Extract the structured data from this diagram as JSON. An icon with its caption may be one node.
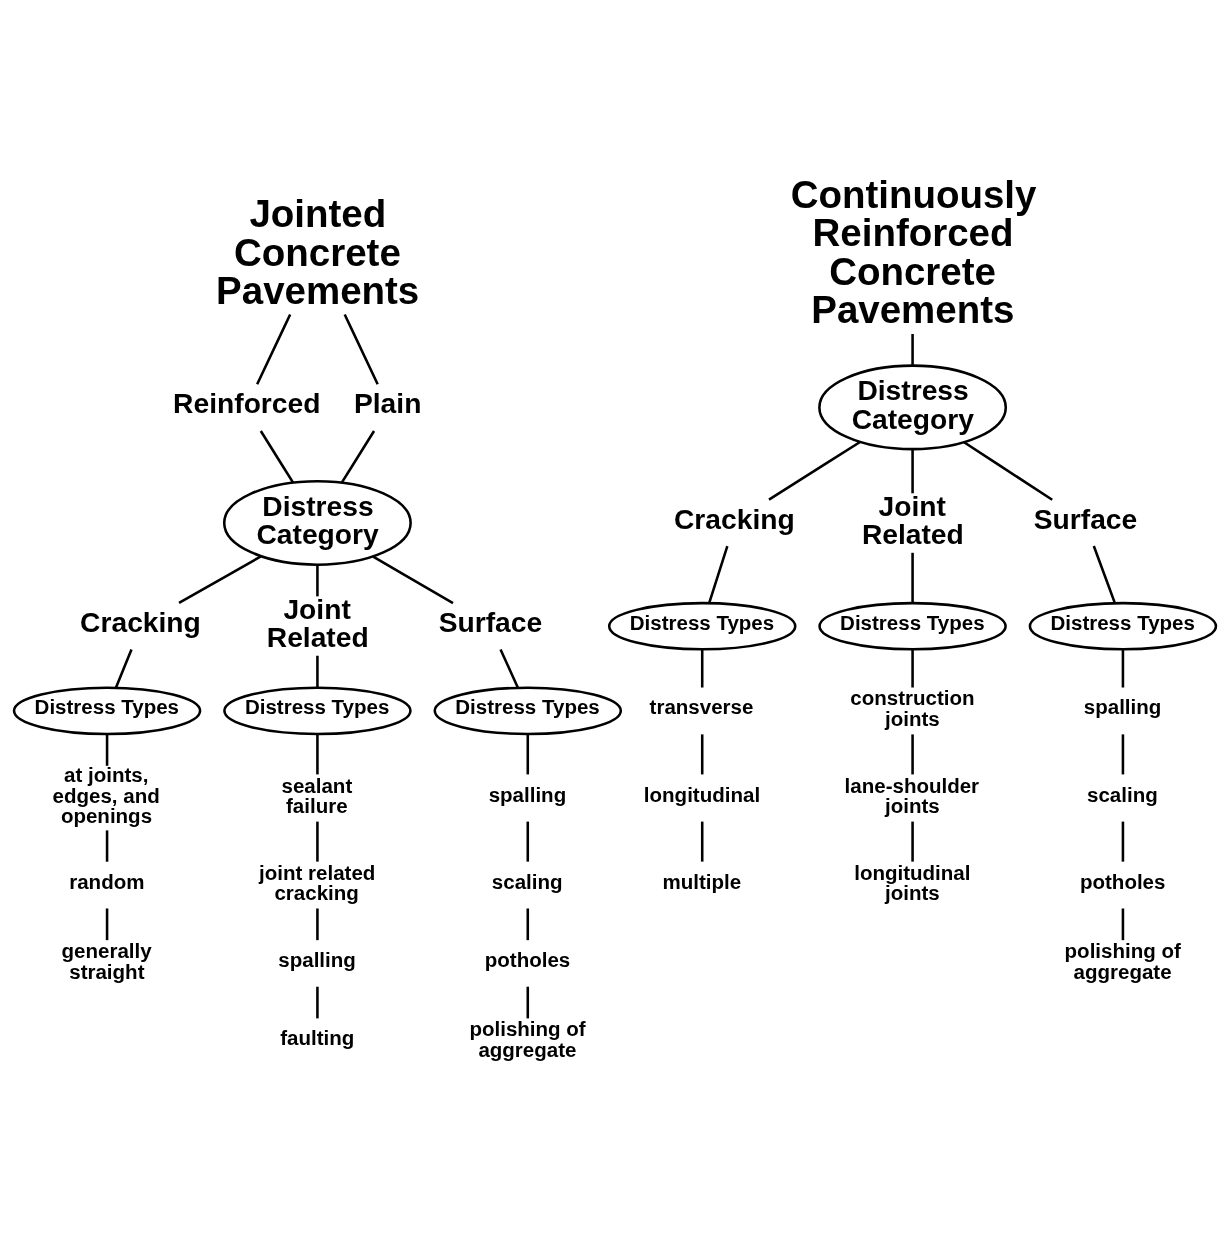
{
  "diagram": {
    "nodes": [
      {
        "text": [
          "Jointed Concrete Pavements"
        ]
      },
      {
        "text": [
          "Reinforced"
        ]
      },
      {
        "text": [
          "Plain"
        ]
      },
      {
        "text": [
          "Distress Category"
        ]
      },
      {
        "text": [
          "Cracking"
        ]
      },
      {
        "text": [
          "Joint Related"
        ]
      },
      {
        "text": [
          "Surface"
        ]
      },
      {
        "text": [
          "Distress Types"
        ]
      },
      {
        "text": [
          "Distress Types"
        ]
      },
      {
        "text": [
          "Distress Types"
        ]
      },
      {
        "text": [
          "at joints, edges, and openings"
        ]
      },
      {
        "text": [
          "random"
        ]
      },
      {
        "text": [
          "generally straight"
        ]
      },
      {
        "text": [
          "sealant failure"
        ]
      },
      {
        "text": [
          "joint related cracking"
        ]
      },
      {
        "text": [
          "spalling"
        ]
      },
      {
        "text": [
          "faulting"
        ]
      },
      {
        "text": [
          "spalling"
        ]
      },
      {
        "text": [
          "scaling"
        ]
      },
      {
        "text": [
          "potholes"
        ]
      },
      {
        "text": [
          "polishing of aggregate"
        ]
      },
      {
        "text": [
          "Continuously Reinforced Concrete Pavements"
        ]
      },
      {
        "text": [
          "Distress Category"
        ]
      },
      {
        "text": [
          "Cracking"
        ]
      },
      {
        "text": [
          "Joint Related"
        ]
      },
      {
        "text": [
          "Surface"
        ]
      },
      {
        "text": [
          "Distress Types"
        ]
      },
      {
        "text": [
          "Distress Types"
        ]
      },
      {
        "text": [
          "Distress Types"
        ]
      },
      {
        "text": [
          "transverse"
        ]
      },
      {
        "text": [
          "longitudinal"
        ]
      },
      {
        "text": [
          "multiple"
        ]
      },
      {
        "text": [
          "construction joints"
        ]
      },
      {
        "text": [
          "lane-shoulder joints"
        ]
      },
      {
        "text": [
          "longitudinal joints"
        ]
      },
      {
        "text": [
          "spalling"
        ]
      },
      {
        "text": [
          "scaling"
        ]
      },
      {
        "text": [
          "potholes"
        ]
      },
      {
        "text": [
          "polishing of aggregate"
        ]
      }
    ],
    "edges": [
      {
        "from": 0,
        "to": 1,
        "arrow": "none"
      },
      {
        "from": 0,
        "to": 2,
        "arrow": "none"
      },
      {
        "from": 1,
        "to": 3,
        "arrow": "none"
      },
      {
        "from": 2,
        "to": 3,
        "arrow": "none"
      },
      {
        "from": 3,
        "to": 4,
        "arrow": "none"
      },
      {
        "from": 3,
        "to": 5,
        "arrow": "none"
      },
      {
        "from": 3,
        "to": 6,
        "arrow": "none"
      },
      {
        "from": 4,
        "to": 7,
        "arrow": "none"
      },
      {
        "from": 5,
        "to": 8,
        "arrow": "none"
      },
      {
        "from": 6,
        "to": 9,
        "arrow": "none"
      },
      {
        "from": 7,
        "to": 10,
        "arrow": "none"
      },
      {
        "from": 10,
        "to": 11,
        "arrow": "none"
      },
      {
        "from": 11,
        "to": 12,
        "arrow": "none"
      },
      {
        "from": 8,
        "to": 13,
        "arrow": "none"
      },
      {
        "from": 13,
        "to": 14,
        "arrow": "none"
      },
      {
        "from": 14,
        "to": 15,
        "arrow": "none"
      },
      {
        "from": 15,
        "to": 16,
        "arrow": "none"
      },
      {
        "from": 9,
        "to": 17,
        "arrow": "none"
      },
      {
        "from": 17,
        "to": 18,
        "arrow": "none"
      },
      {
        "from": 18,
        "to": 19,
        "arrow": "none"
      },
      {
        "from": 19,
        "to": 20,
        "arrow": "none"
      },
      {
        "from": 21,
        "to": 22,
        "arrow": "none"
      },
      {
        "from": 22,
        "to": 23,
        "arrow": "none"
      },
      {
        "from": 22,
        "to": 24,
        "arrow": "none"
      },
      {
        "from": 22,
        "to": 25,
        "arrow": "none"
      },
      {
        "from": 23,
        "to": 26,
        "arrow": "none"
      },
      {
        "from": 24,
        "to": 27,
        "arrow": "none"
      },
      {
        "from": 25,
        "to": 28,
        "arrow": "none"
      },
      {
        "from": 26,
        "to": 29,
        "arrow": "none"
      },
      {
        "from": 29,
        "to": 30,
        "arrow": "none"
      },
      {
        "from": 30,
        "to": 31,
        "arrow": "none"
      },
      {
        "from": 27,
        "to": 32,
        "arrow": "none"
      },
      {
        "from": 32,
        "to": 33,
        "arrow": "none"
      },
      {
        "from": 33,
        "to": 34,
        "arrow": "none"
      },
      {
        "from": 28,
        "to": 35,
        "arrow": "none"
      },
      {
        "from": 35,
        "to": 36,
        "arrow": "none"
      },
      {
        "from": 36,
        "to": 37,
        "arrow": "none"
      },
      {
        "from": 37,
        "to": 38,
        "arrow": "none"
      }
    ]
  }
}
